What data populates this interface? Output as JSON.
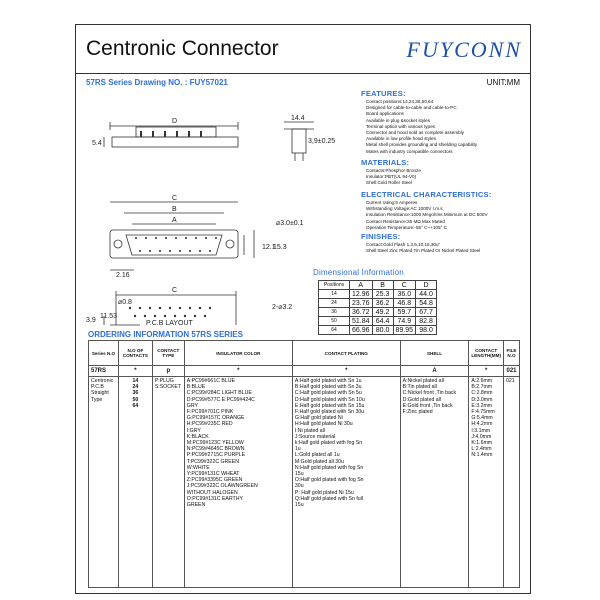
{
  "header": {
    "title": "Centronic Connector",
    "brand": "FUYCONN"
  },
  "series_line": "57RS Series   Drawing NO. : FUY57021",
  "unit": "UNIT:MM",
  "features": {
    "heading": "FEATURES:",
    "lines": [
      "Contact positions:14,24,36,50,64",
      "Designed for cable-to-cable and cable-to-PC",
      "Board applications",
      "Available in plug &socket styles",
      "Terminal option with various types",
      "Connector and hood sold as complete assembly",
      "Available in low profile hood styles",
      "Metal shell provides grounding and shielding capability",
      "Mates with industry compatible connectors"
    ]
  },
  "materials": {
    "heading": "MATERIALS:",
    "lines": [
      "Contacts:Phosphor Bronze",
      "Insulator:PBT(UL 94-V0)",
      "Shell:Cold Roller Steel"
    ]
  },
  "electrical": {
    "heading": "ELECTRICAL CHARACTERISTICS:",
    "lines": [
      "Current rating:5 Amperes",
      "Withstanding Voltage:AC 1000V r.m.s",
      "Insulation Resistance:1000  Megohms Minimum at DC 500V",
      "Contact Resistance:25 MΩ  Max Mated",
      "Operation Temperature:-55° C~+105° C"
    ]
  },
  "finishes": {
    "heading": "FINISHES:",
    "lines": [
      "Contact:Gold Flash 1,3,5,10,15,30u\"",
      "Shell:Steel Zinc Plated,Tin Plated Or Nickel Plated Steel"
    ]
  },
  "drawings": {
    "top": {
      "d": "D",
      "w": "14.4",
      "h": "5.4",
      "pin": "3,9±0.25"
    },
    "front": {
      "c": "C",
      "b": "B",
      "a": "A",
      "hole": "⌀3.0±0.1",
      "h1": "12.1",
      "h2": "15.3",
      "pitch": "2.16"
    },
    "pcb": {
      "c": "C",
      "hole1": "⌀0.8",
      "hole2": "2-⌀3.2",
      "d1": "11.53",
      "d2": "3.9",
      "caption": "P.C.B LAYOUT"
    }
  },
  "dimensional": {
    "heading": "Dimensional Information",
    "headers": [
      "Positions",
      "A",
      "B",
      "C",
      "D"
    ],
    "rows": [
      [
        "14",
        "12.96",
        "25.3",
        "36.0",
        "44.0"
      ],
      [
        "24",
        "23.76",
        "36.2",
        "46.8",
        "54.8"
      ],
      [
        "36",
        "36.72",
        "49.2",
        "59.7",
        "67.7"
      ],
      [
        "50",
        "51.84",
        "64.4",
        "74.9",
        "82.8"
      ],
      [
        "64",
        "66.96",
        "80.0",
        "89.95",
        "98.0"
      ]
    ]
  },
  "ordering": {
    "heading": "ORDERING INFORMATION 57RS SERIES",
    "headers": [
      "Series N.O",
      "N.O OF CONTACTS",
      "CONTACT TYPE",
      "INSULATOR COLOR",
      "CONTACT PLATING",
      "SHELL",
      "CONTACT LENGTH(MM)",
      "FILE N.O"
    ],
    "codes": [
      "57RS",
      "*",
      "p",
      "*",
      "*",
      "A",
      "*",
      "021"
    ],
    "series": [
      "Centronic",
      "P.C.B",
      "Straight",
      "Type"
    ],
    "contacts": [
      "14",
      "24",
      "36",
      "50",
      "64"
    ],
    "types": [
      "P:PLUG",
      "S:SOCKET"
    ],
    "colors": [
      "A:PC99#661C BLUE",
      "B:BLUE",
      "C:PC99#284C LIGHT BLUE",
      "D:PC99#577C E:PC99#424C",
      "GRY",
      "F:PC99#701C PINK",
      "G:PC99#157C ORANGE",
      "H:PC99#235C RED",
      "I:GRY",
      "K:BLACK",
      "M:PC99#123C  YELLOW",
      "N:PC99#4645C BROWN",
      "P:PC99#2715C PURPLE",
      "T:PC99#322C GREEN",
      "W:WHITE",
      "Y:PC99#131C WHEAT",
      "Z:PC99#3395C GREEN",
      "J:PC99#322C OLAWNGREEN",
      "WITHOUT HALOGEN",
      "O:PC99#131C EARTHY",
      "GREEN"
    ],
    "plating": [
      "A:Half gold plated with Sn 1u",
      "B:Half gold plated with Sn 3u",
      "C:Half gold plated with Sn 5u",
      "D:Half gold plated with Sn 10u",
      "E:Half gold plated with Sn 15u",
      "F:Half gold plated with Sn 30u",
      "G:Half gold plated Ni",
      "H:Half gold plated Ni 30u",
      "I:Ni plated all",
      "J:Source material",
      "k:Half gold plated with fog Sn",
      "  1u",
      "L:Gold plated all 1u",
      "M:Gold plated all 30u",
      "N:Half gold plated with fog Sn",
      "15u",
      "O:Half gold plated with fog Sn",
      "30u",
      "P:  Half gold plated Ni 15u",
      "Q:Half gold plated with Sn full",
      "15u"
    ],
    "shell": [
      "A:Nickel plated all",
      "B:Tin plated all",
      "C:Nickel front ,Tin back",
      "D:Gold plated all",
      "E:Gold front ,Tin back",
      "F:Zinc plated"
    ],
    "lengths": [
      "A:2.6mm",
      "B:2.7mm",
      "C:2.8mm",
      "D:3.0mm",
      "E:3.2mm",
      "F:4.75mm",
      "G:5.4mm",
      "H:4.2mm",
      "I:3.1mm",
      "J:4.0mm",
      "K:1.6mm",
      "L:2.4mm",
      "N:1.4mm"
    ],
    "file": "021"
  }
}
